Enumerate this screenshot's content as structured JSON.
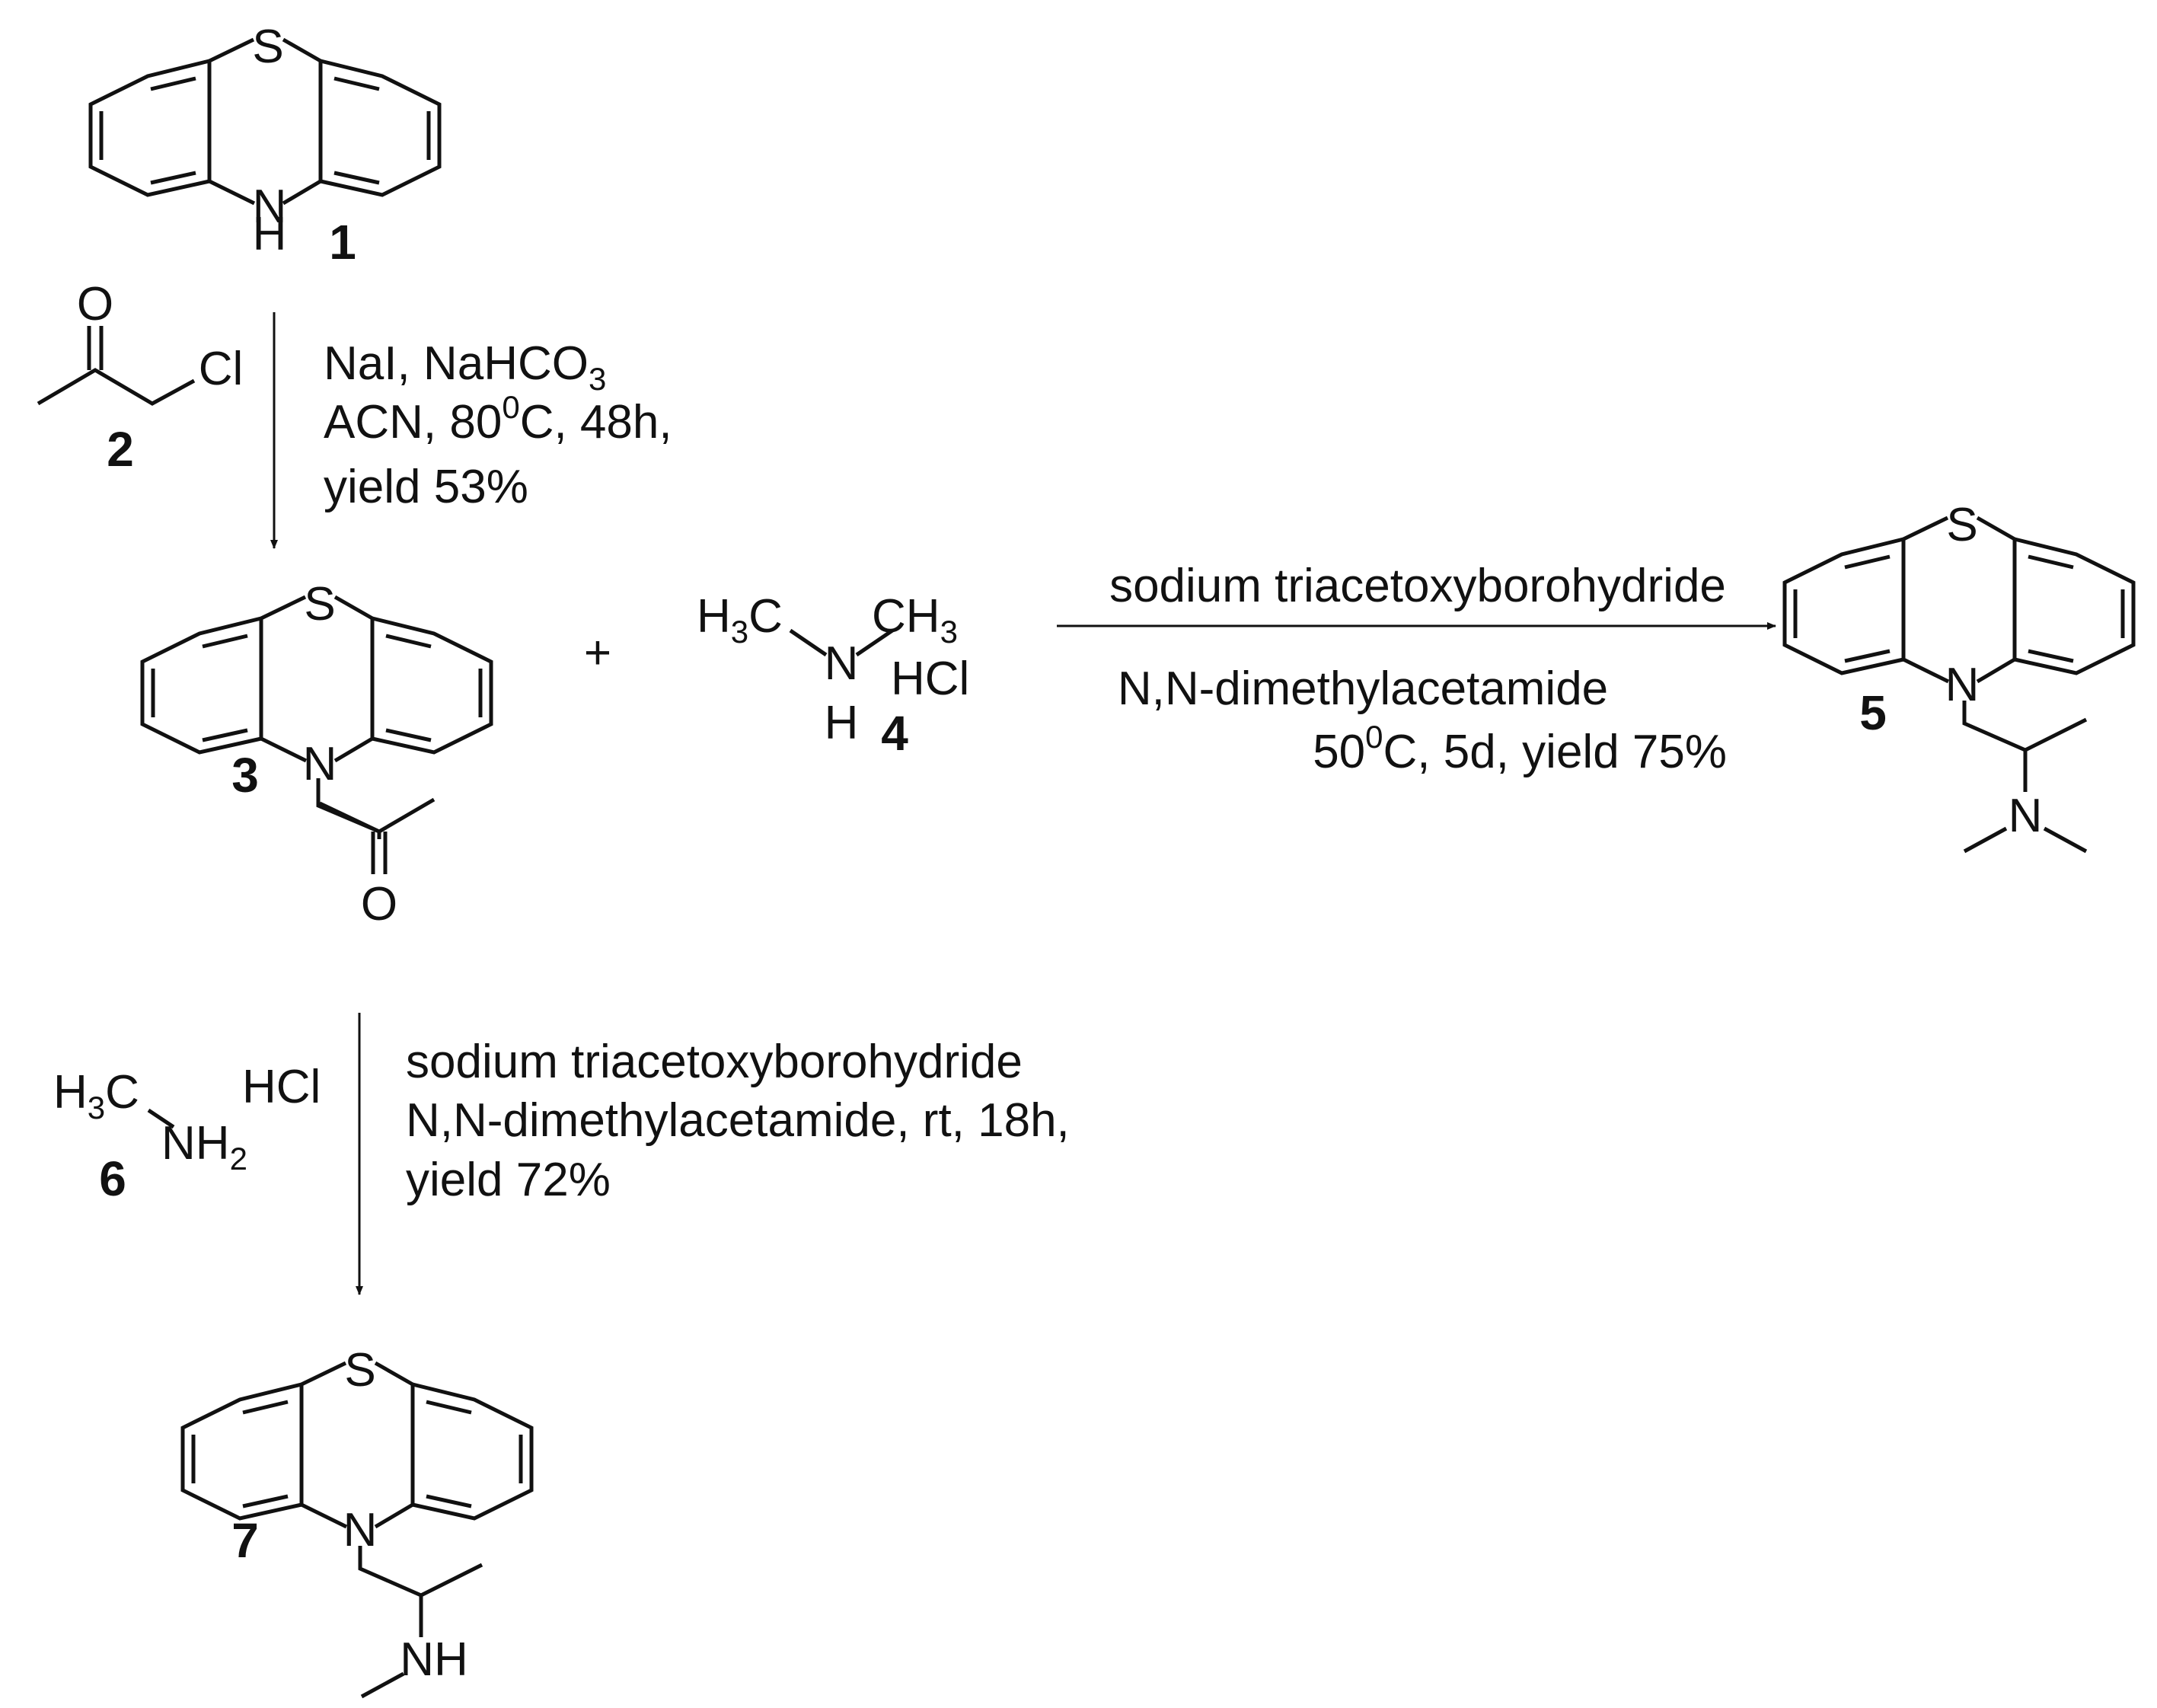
{
  "compounds": [
    {
      "id": "compound-1",
      "number": "1"
    },
    {
      "id": "compound-2",
      "number": "2"
    },
    {
      "id": "compound-3",
      "number": "3"
    },
    {
      "id": "compound-4",
      "number": "4"
    },
    {
      "id": "compound-5",
      "number": "5"
    },
    {
      "id": "compound-6",
      "number": "6"
    },
    {
      "id": "compound-7",
      "number": "7"
    }
  ],
  "atoms": {
    "S": "S",
    "N": "N",
    "H": "H",
    "O": "O",
    "Cl": "Cl",
    "NH": "NH",
    "HCl": "HCl",
    "C": "C",
    "H3": "H",
    "three": "3",
    "NH2_N": "NH",
    "two": "2"
  },
  "step1": {
    "line1": "NaI, NaHCO",
    "line1_sub": "3",
    "line2_a": "ACN, 80",
    "line2_sup": "0",
    "line2_b": "C, 48h,",
    "line3": "yield 53%"
  },
  "step2": {
    "above": "sodium triacetoxyborohydride",
    "below1": "N,N-dimethylacetamide",
    "below2_a": "50",
    "below2_sup": "0",
    "below2_b": "C, 5d, yield 75%"
  },
  "step3": {
    "line1": "sodium triacetoxyborohydride",
    "line2": "N,N-dimethylacetamide, rt, 18h,",
    "line3": "yield 72%"
  },
  "plus": "+"
}
